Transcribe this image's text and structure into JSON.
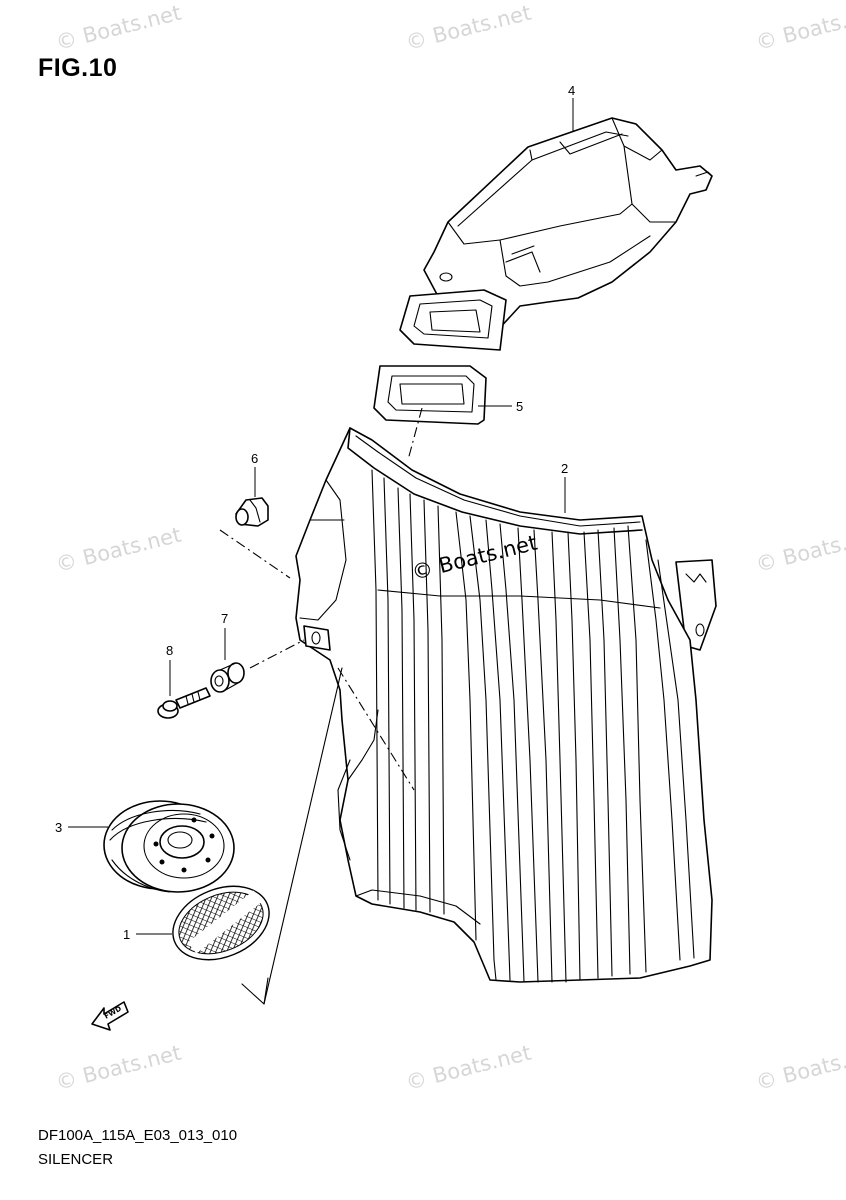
{
  "figure": {
    "title": "FIG.10",
    "code": "DF100A_115A_E03_013_010",
    "name": "SILENCER"
  },
  "watermark": {
    "text": "© Boats.net",
    "color": "#d6d6d6"
  },
  "fwd_label": "FWD",
  "callouts": [
    {
      "id": "1",
      "label": "1"
    },
    {
      "id": "2",
      "label": "2"
    },
    {
      "id": "3",
      "label": "3"
    },
    {
      "id": "4",
      "label": "4"
    },
    {
      "id": "5",
      "label": "5"
    },
    {
      "id": "6",
      "label": "6"
    },
    {
      "id": "7",
      "label": "7"
    },
    {
      "id": "8",
      "label": "8"
    }
  ]
}
